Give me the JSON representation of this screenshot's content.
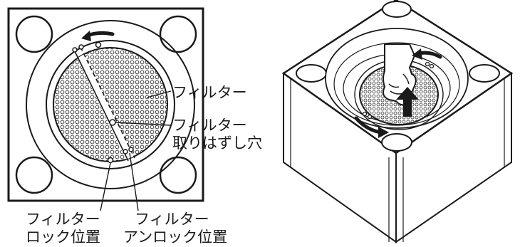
{
  "labels": {
    "filter": "フィルター",
    "filter_removal_hole_line1": "フィルター",
    "filter_removal_hole_line2": "取りはずし穴",
    "filter_lock_line1": "フィルター",
    "filter_lock_line2": "ロック位置",
    "filter_unlock_line1": "フィルター",
    "filter_unlock_line2": "アンロック位置"
  },
  "colors": {
    "line": "#1a1a1a",
    "fill": "#ffffff",
    "mesh": "#333333"
  },
  "icons": {
    "left_rotation": "counterclockwise-arrow-icon",
    "right_rotation_top": "counterclockwise-arrow-icon",
    "right_rotation_bottom": "clockwise-arrow-icon",
    "lift": "up-arrow-icon"
  }
}
